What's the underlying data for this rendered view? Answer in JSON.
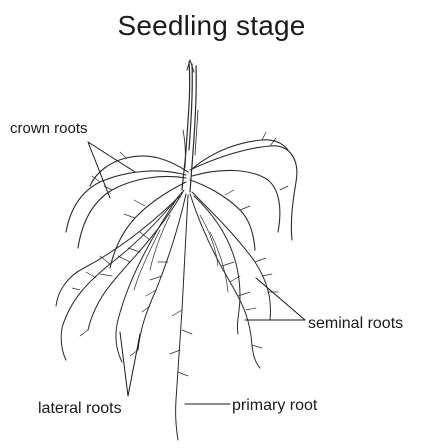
{
  "title": "Seedling stage",
  "labels": {
    "crown_roots": "crown roots",
    "seminal_roots": "seminal roots",
    "lateral_roots": "lateral roots",
    "primary_root": "primary root"
  },
  "colors": {
    "ink": "#2a2a2a",
    "background": "#ffffff"
  }
}
